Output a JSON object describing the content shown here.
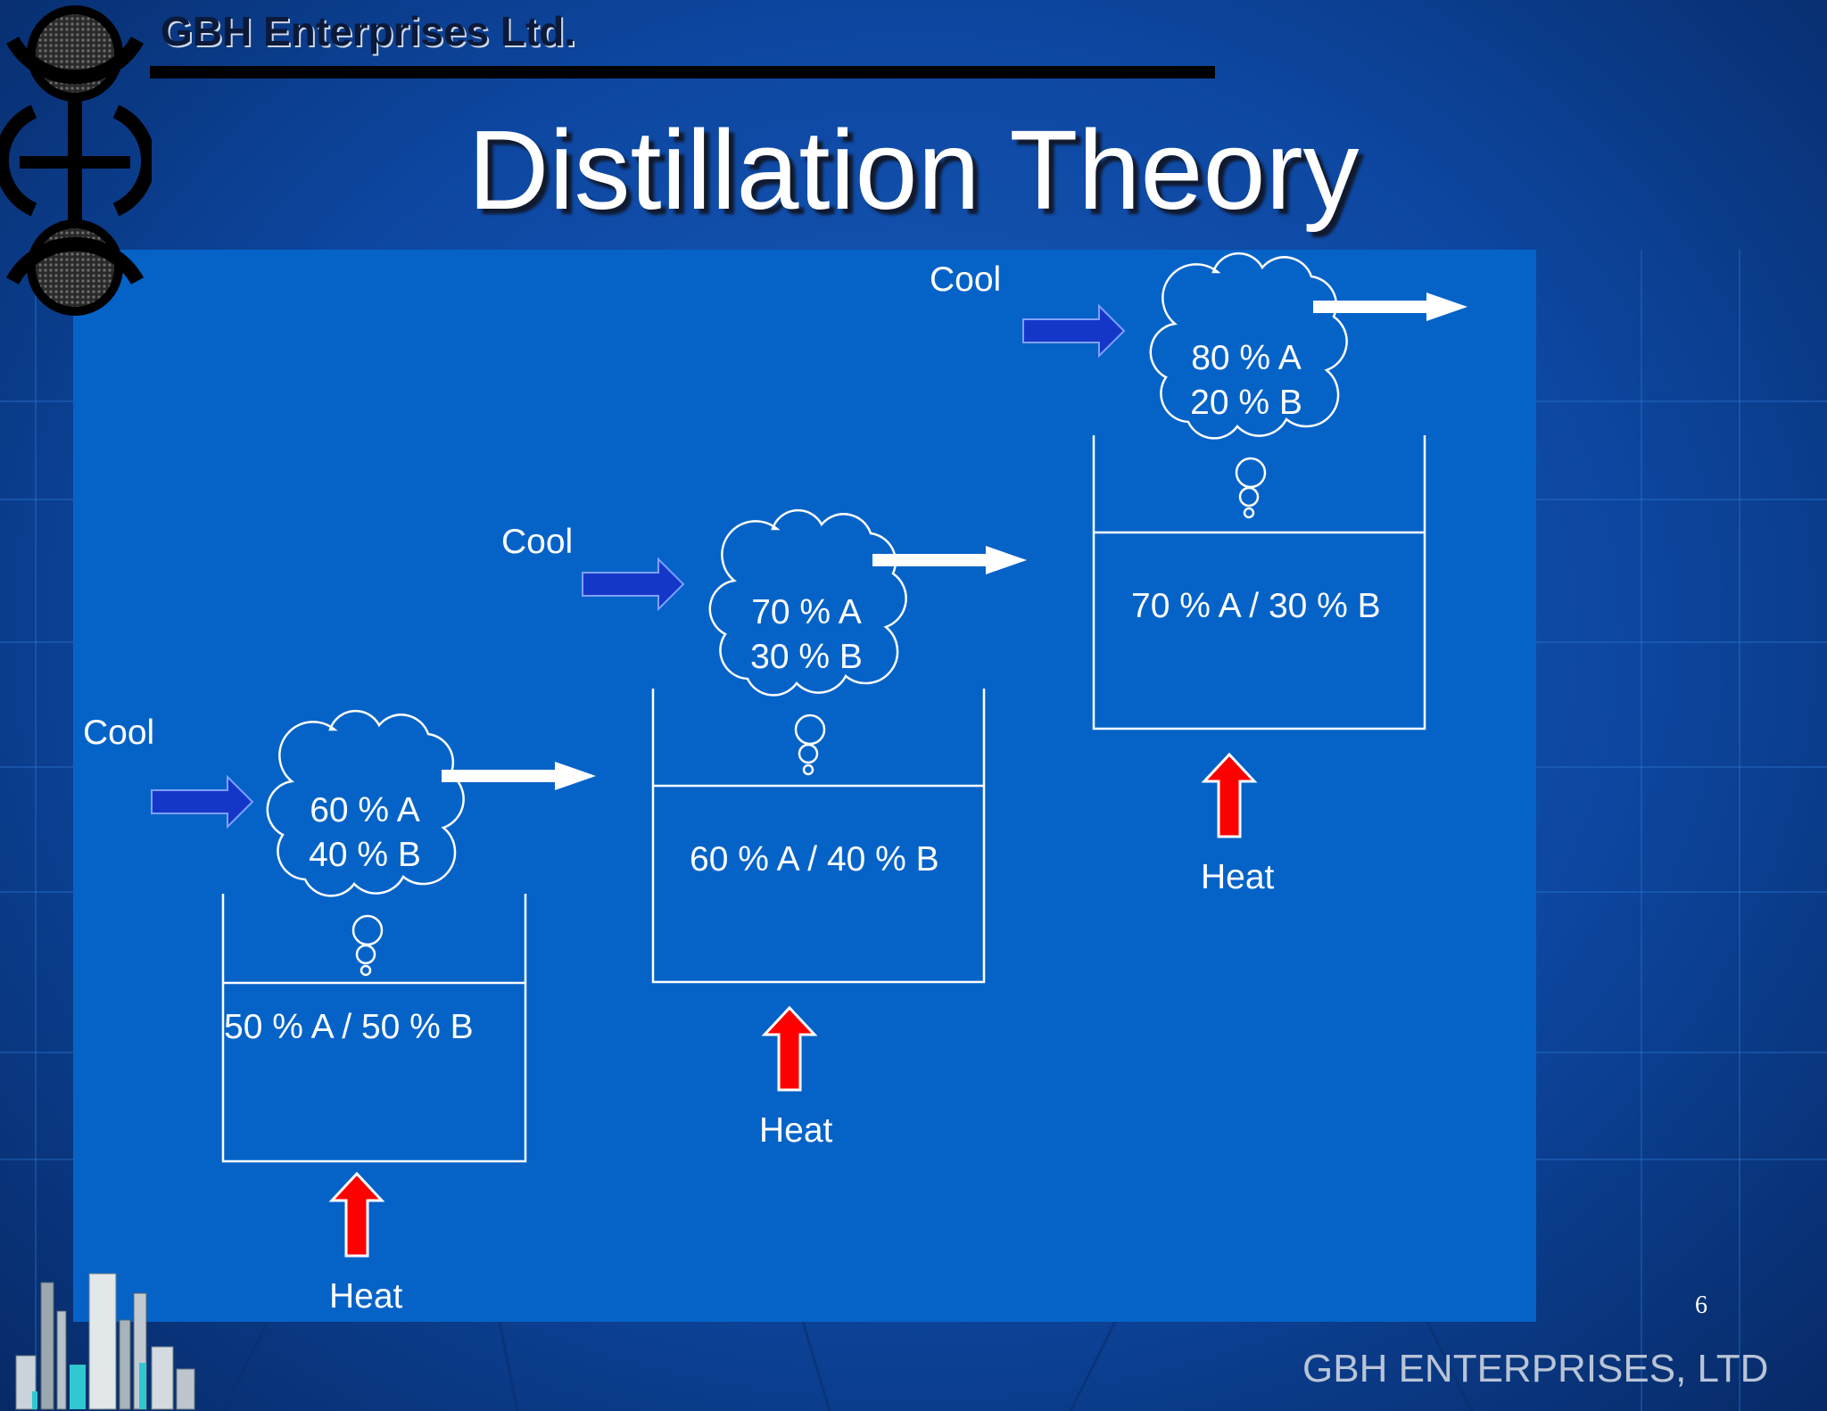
{
  "header": {
    "company": "GBH Enterprises Ltd."
  },
  "slide": {
    "title": "Distillation Theory",
    "page_number": "6"
  },
  "stages": [
    {
      "cool_label": "Cool",
      "vapor_line1": "60 % A",
      "vapor_line2": "40 % B",
      "liquid": "50 % A / 50 % B",
      "heat_label": "Heat"
    },
    {
      "cool_label": "Cool",
      "vapor_line1": "70 % A",
      "vapor_line2": "30 % B",
      "liquid": "60 % A / 40 % B",
      "heat_label": "Heat"
    },
    {
      "cool_label": "Cool",
      "vapor_line1": "80 % A",
      "vapor_line2": "20 % B",
      "liquid": "70 % A / 30 % B",
      "heat_label": "Heat"
    }
  ],
  "footer": {
    "company": "GBH ENTERPRISES, LTD"
  },
  "colors": {
    "cool_arrow": "#1537c9",
    "heat_arrow": "#ff0000",
    "vapor_arrow": "#ffffff",
    "panel": "#0563c8"
  }
}
